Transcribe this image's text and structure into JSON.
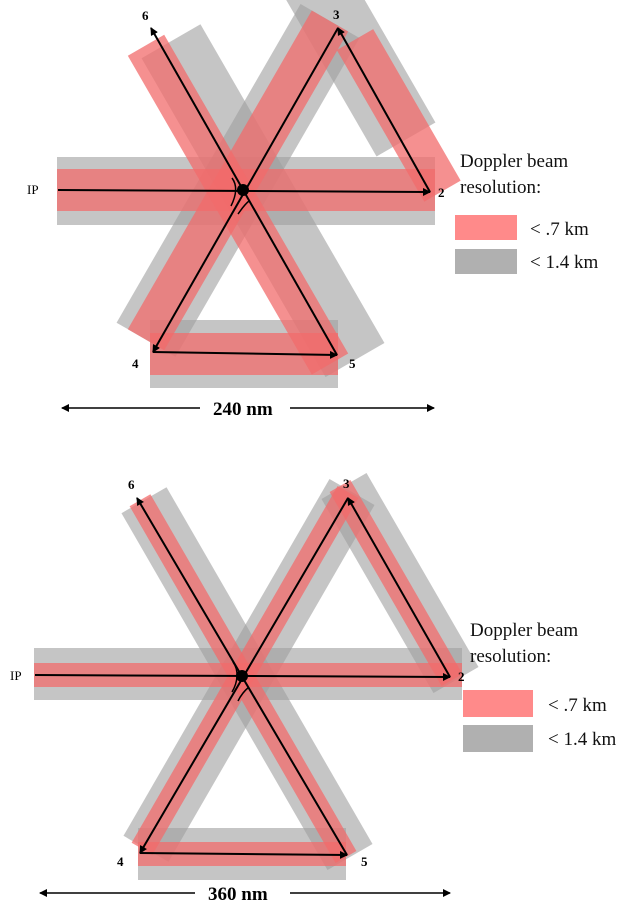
{
  "colors": {
    "fine": "#f26b6b",
    "coarse": "#9e9e9e",
    "legend_fine": "#ff8a8a",
    "legend_coarse": "#b0b0b0",
    "path": "#000000"
  },
  "panels": [
    {
      "scale_label": "240 nm",
      "legend": {
        "title_line1": "Doppler beam",
        "title_line2": "resolution:",
        "fine_label": "< .7 km",
        "coarse_label": "< 1.4 km"
      },
      "points": {
        "ip": "IP",
        "p2": "2",
        "p3": "3",
        "p4": "4",
        "p5": "5",
        "p6": "6"
      }
    },
    {
      "scale_label": "360 nm",
      "legend": {
        "title_line1": "Doppler beam",
        "title_line2": "resolution:",
        "fine_label": "< .7 km",
        "coarse_label": "< 1.4 km"
      },
      "points": {
        "ip": "IP",
        "p2": "2",
        "p3": "3",
        "p4": "4",
        "p5": "5",
        "p6": "6"
      }
    }
  ]
}
